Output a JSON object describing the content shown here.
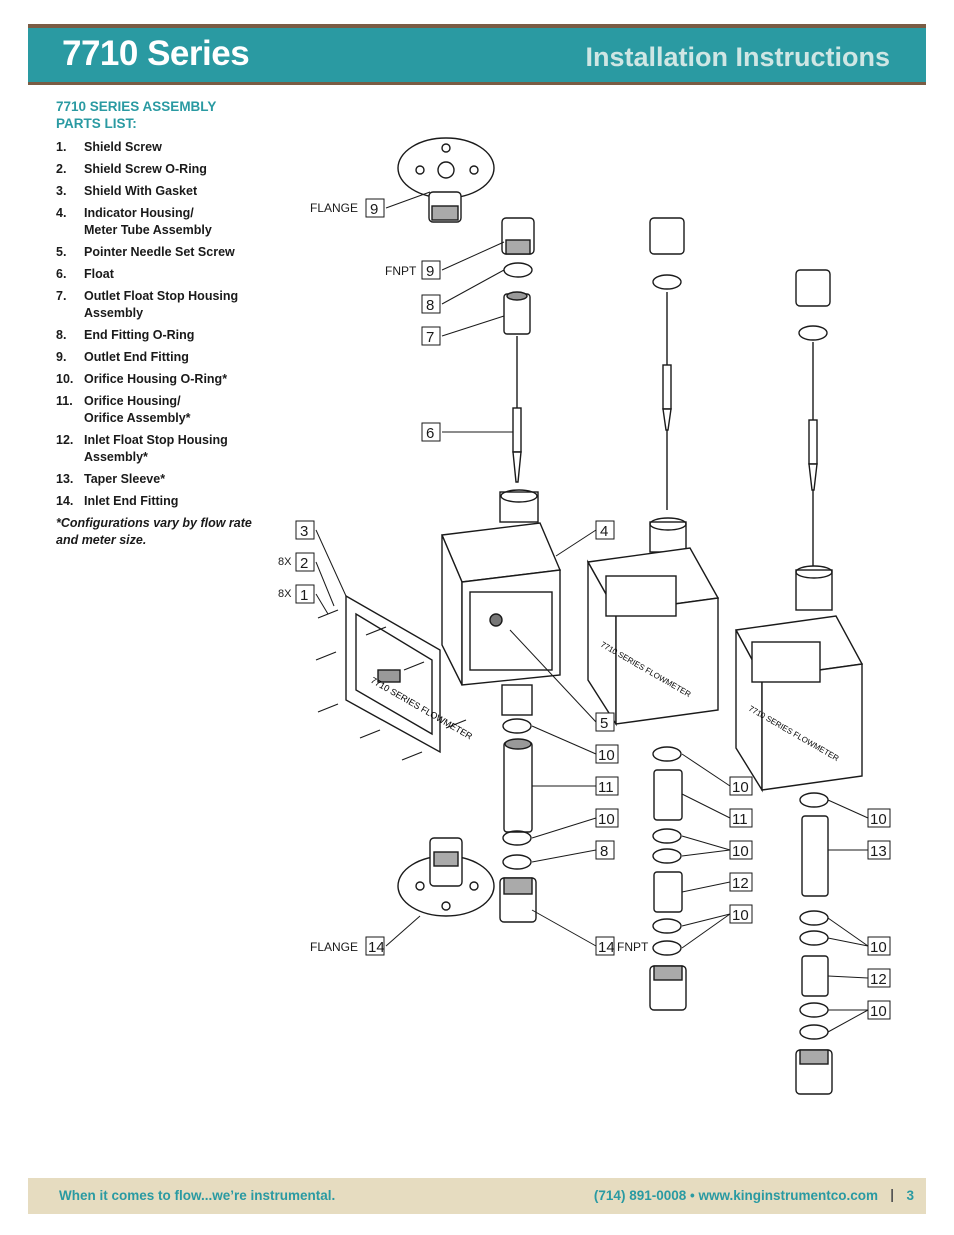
{
  "header": {
    "series": "7710 Series",
    "title": "Installation Instructions"
  },
  "parts_list": {
    "heading_line1": "7710 SERIES ASSEMBLY",
    "heading_line2": "PARTS LIST:",
    "items": [
      {
        "num": "1.",
        "label": "Shield Screw",
        "label2": ""
      },
      {
        "num": "2.",
        "label": "Shield Screw O-Ring",
        "label2": ""
      },
      {
        "num": "3.",
        "label": "Shield With Gasket",
        "label2": ""
      },
      {
        "num": "4.",
        "label": "Indicator Housing/",
        "label2": "Meter Tube Assembly"
      },
      {
        "num": "5.",
        "label": "Pointer Needle Set Screw",
        "label2": ""
      },
      {
        "num": "6.",
        "label": "Float",
        "label2": ""
      },
      {
        "num": "7.",
        "label": "Outlet Float Stop Housing",
        "label2": "Assembly"
      },
      {
        "num": "8.",
        "label": "End Fitting O-Ring",
        "label2": ""
      },
      {
        "num": "9.",
        "label": "Outlet End Fitting",
        "label2": ""
      },
      {
        "num": "10.",
        "label": "Orifice Housing O-Ring*",
        "label2": ""
      },
      {
        "num": "11.",
        "label": "Orifice Housing/",
        "label2": "Orifice Assembly*"
      },
      {
        "num": "12.",
        "label": "Inlet Float Stop Housing",
        "label2": "Assembly*"
      },
      {
        "num": "13.",
        "label": "Taper Sleeve*",
        "label2": ""
      },
      {
        "num": "14.",
        "label": "Inlet End Fitting",
        "label2": ""
      }
    ],
    "note_line1": "*Configurations vary by flow rate",
    "note_line2": "and meter size."
  },
  "diagram": {
    "labels": {
      "flange_top": "FLANGE",
      "fnpt_top": "FNPT",
      "qty_2": "8X",
      "qty_1": "8X",
      "flange_bottom": "FLANGE",
      "fnpt_bottom": "FNPT"
    },
    "callouts": {
      "c9a": "9",
      "c9b": "9",
      "c8a": "8",
      "c7": "7",
      "c6": "6",
      "c3": "3",
      "c2": "2",
      "c1": "1",
      "c4": "4",
      "c5": "5",
      "c10a": "10",
      "c11a": "11",
      "c10b": "10",
      "c8b": "8",
      "c14a": "14",
      "c14b": "14",
      "c10c": "10",
      "c11b": "11",
      "c10d": "10",
      "c12a": "12",
      "c10e": "10",
      "c10f": "10",
      "c13": "13",
      "c10g": "10",
      "c12b": "12",
      "c10h": "10"
    },
    "face_text": "7710 SERIES FLOWMETER"
  },
  "footer": {
    "tagline": "When it comes to flow...we’re instrumental.",
    "contact": "(714) 891-0008 • www.kinginstrumentco.com",
    "separator": "|",
    "page": "3"
  },
  "colors": {
    "teal": "#2a9aa2",
    "brown": "#7a5c44",
    "footer_bg": "#e6dcc0"
  }
}
